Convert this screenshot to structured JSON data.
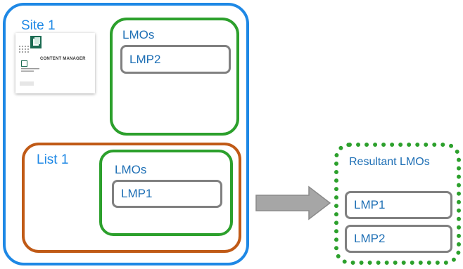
{
  "site": {
    "label": "Site 1",
    "lmos_label": "LMOs",
    "lmos_items": [
      "LMP2"
    ]
  },
  "list": {
    "label": "List 1",
    "lmos_label": "LMOs",
    "lmos_items": [
      "LMP1"
    ]
  },
  "resultant": {
    "label": "Resultant LMOs",
    "items": [
      "LMP1",
      "LMP2"
    ]
  },
  "content_manager_card": {
    "title": "CONTENT MANAGER"
  },
  "colors": {
    "site_border": "#1e88e5",
    "lmos_border": "#2ca02c",
    "list_border": "#c05a16",
    "lmp_border": "#808080",
    "text": "#1e6fb5",
    "arrow": "#a6a6a6"
  }
}
